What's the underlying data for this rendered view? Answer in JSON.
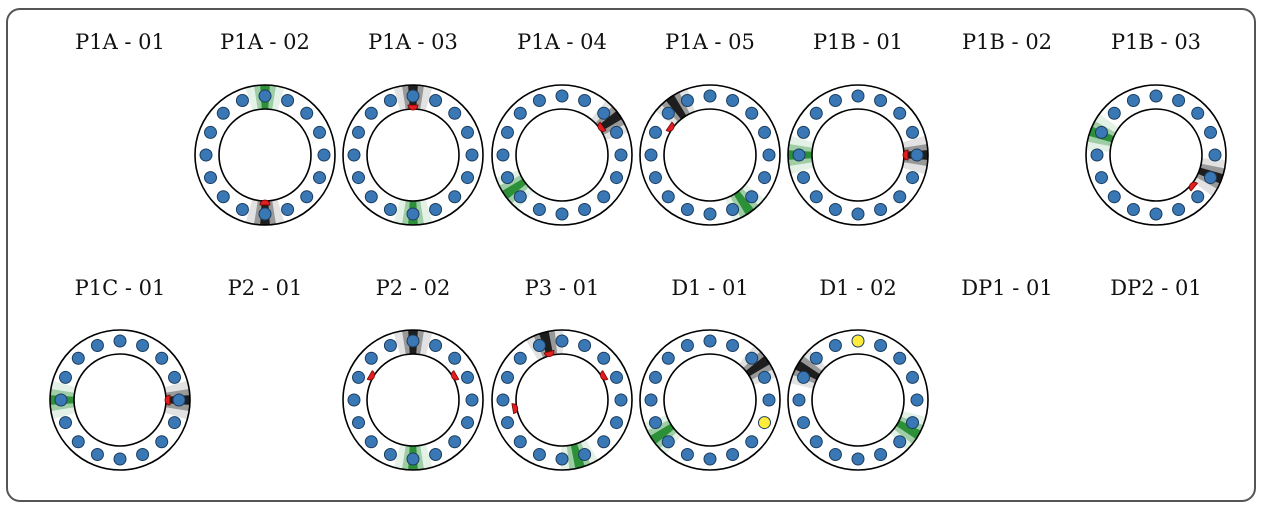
{
  "colors": {
    "dot": "#3a78b5",
    "ring_stroke": "#000000",
    "ring_fill": "#ffffff",
    "red_marker": "#e02020",
    "yellow_dot": "#ffeb3b",
    "green_band": "#1f8a2e",
    "black_band": "#111111"
  },
  "rows": [
    {
      "panels": [
        {
          "label": "P1A - 01",
          "shown": false
        },
        {
          "label": "P1A - 02",
          "shown": true,
          "dots": 16,
          "green": [
            0
          ],
          "black": [
            180
          ],
          "red": [
            180
          ],
          "yellow": []
        },
        {
          "label": "P1A - 03",
          "shown": true,
          "dots": 16,
          "green": [
            180
          ],
          "black": [
            0
          ],
          "red": [
            0
          ],
          "yellow": []
        },
        {
          "label": "P1A - 04",
          "shown": true,
          "dots": 16,
          "green": [
            235
          ],
          "black": [
            55
          ],
          "red": [
            55
          ],
          "yellow": []
        },
        {
          "label": "P1A - 05",
          "shown": true,
          "dots": 16,
          "green": [
            145
          ],
          "black": [
            325
          ],
          "red": [
            305
          ],
          "yellow": []
        },
        {
          "label": "P1B - 01",
          "shown": true,
          "dots": 16,
          "green": [
            270
          ],
          "black": [
            90
          ],
          "red": [
            90
          ],
          "yellow": []
        },
        {
          "label": "P1B - 02",
          "shown": false
        },
        {
          "label": "P1B - 03",
          "shown": true,
          "dots": 16,
          "green": [
            290
          ],
          "black": [
            110
          ],
          "red": [
            130
          ],
          "yellow": []
        }
      ]
    },
    {
      "panels": [
        {
          "label": "P1C - 01",
          "shown": true,
          "dots": 16,
          "green": [
            270
          ],
          "black": [
            90
          ],
          "red": [
            90
          ],
          "yellow": []
        },
        {
          "label": "P2 - 01",
          "shown": false
        },
        {
          "label": "P2 - 02",
          "shown": true,
          "dots": 16,
          "green": [
            180
          ],
          "black": [
            0
          ],
          "red": [
            300,
            60
          ],
          "yellow": []
        },
        {
          "label": "P3 - 01",
          "shown": true,
          "dots": 16,
          "green": [
            165
          ],
          "black": [
            345
          ],
          "red": [
            345,
            60,
            260
          ],
          "yellow": []
        },
        {
          "label": "D1 - 01",
          "shown": true,
          "dots": 16,
          "green": [
            235
          ],
          "black": [
            55
          ],
          "red": [],
          "yellow": [
            110
          ]
        },
        {
          "label": "D1 - 02",
          "shown": true,
          "dots": 16,
          "green": [
            120
          ],
          "black": [
            300
          ],
          "red": [],
          "yellow": [
            0
          ]
        },
        {
          "label": "DP1 - 01",
          "shown": false
        },
        {
          "label": "DP2 - 01",
          "shown": false
        }
      ]
    }
  ]
}
